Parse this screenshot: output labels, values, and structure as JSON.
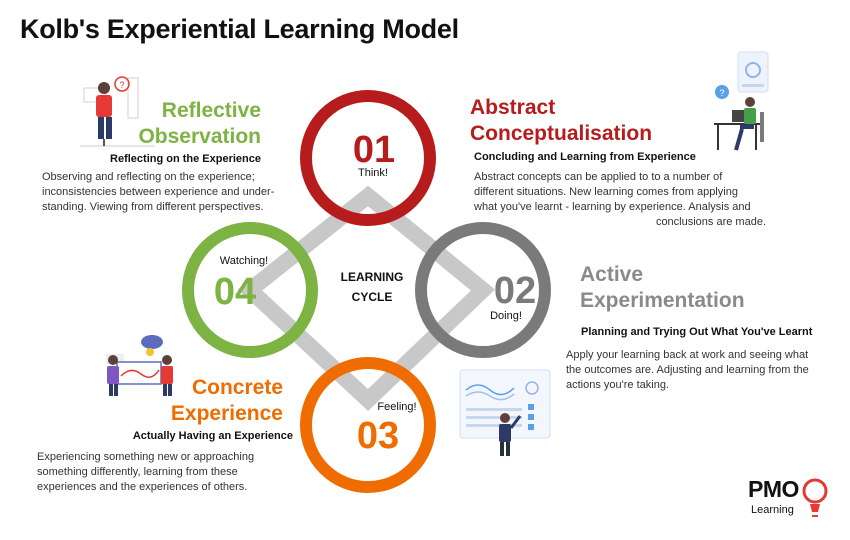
{
  "title": "Kolb's Experiential Learning Model",
  "center": {
    "line1": "LEARNING",
    "line2": "CYCLE"
  },
  "colors": {
    "reflective": "#7cb342",
    "abstract": "#b71c1c",
    "active": "#8a8a8a",
    "concrete": "#ef6c00",
    "connector": "#c8c8c8"
  },
  "stages": {
    "abstract": {
      "number": "01",
      "tag": "Think!",
      "title_line1": "Abstract",
      "title_line2": "Conceptualisation",
      "subtitle": "Concluding and Learning from Experience",
      "body_lines": [
        "Abstract concepts can be applied to to a number of",
        "different situations. New learning comes from applying",
        "what you've learnt - learning by experience. Analysis and",
        "conclusions are made."
      ]
    },
    "active": {
      "number": "02",
      "tag": "Doing!",
      "title_line1": "Active",
      "title_line2": "Experimentation",
      "subtitle": "Planning and Trying Out What You've Learnt",
      "body_lines": [
        "Apply your learning back at work and seeing what",
        "the outcomes are. Adjusting and learning from the",
        "actions you're taking."
      ]
    },
    "concrete": {
      "number": "03",
      "tag": "Feeling!",
      "title_line1": "Concrete",
      "title_line2": "Experience",
      "subtitle": "Actually Having an Experience",
      "body_lines": [
        "Experiencing something new or approaching",
        "something differently, learning from these",
        "experiences and the experiences of others."
      ]
    },
    "reflective": {
      "number": "04",
      "tag": "Watching!",
      "title_line1": "Reflective",
      "title_line2": "Observation",
      "subtitle": "Reflecting on the Experience",
      "body_lines": [
        "Observing and reflecting on the experience;",
        "inconsistencies between experience and under-",
        "standing. Viewing from different perspectives."
      ]
    }
  },
  "logo": {
    "main": "PMO",
    "sub": "Learning"
  },
  "illustration_icons": [
    "person-thinking-icon",
    "person-at-desk-icon",
    "team-presentation-icon",
    "dashboard-presentation-icon",
    "lightbulb-logo-icon"
  ]
}
